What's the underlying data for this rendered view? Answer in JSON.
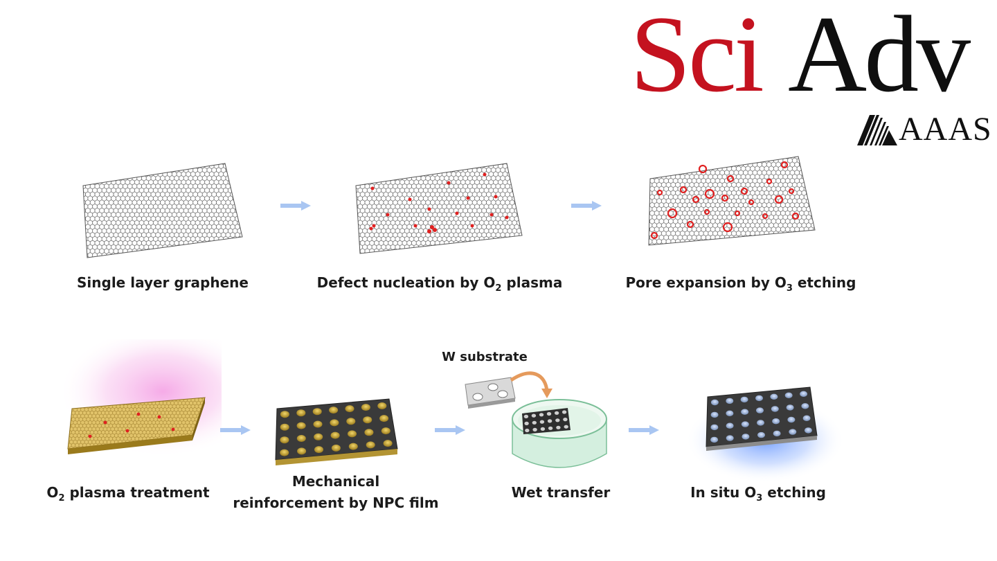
{
  "logo": {
    "part1": "Sci",
    "part2": "Adv",
    "org": "AAAS",
    "colors": {
      "part1": "#c4121f",
      "part2": "#0f0f0f"
    }
  },
  "top_row": [
    {
      "text": "Single layer graphene"
    },
    {
      "pre": "Defect nucleation by O",
      "sub": "2",
      "post": " plasma"
    },
    {
      "pre": "Pore expansion by O",
      "sub": "3",
      "post": " etching"
    }
  ],
  "bottom_row": [
    {
      "pre": "O",
      "sub": "2",
      "post": " plasma treatment"
    },
    {
      "line1": "Mechanical",
      "line2": "reinforcement by NPC film"
    },
    {
      "text": "Wet transfer"
    },
    {
      "pre": "In situ O",
      "sub": "3",
      "post": " etching"
    }
  ],
  "annotation": {
    "w_substrate": "W substrate"
  },
  "colors": {
    "arrow": "#a9c6f2",
    "defect": "#e02020",
    "plasma_glow": "#f5a6e6",
    "ozone_glow": "#7fa8ff",
    "gold_film": "#c9a84a",
    "npc_film": "#3a3a3a",
    "petri": "#cfeedd"
  }
}
